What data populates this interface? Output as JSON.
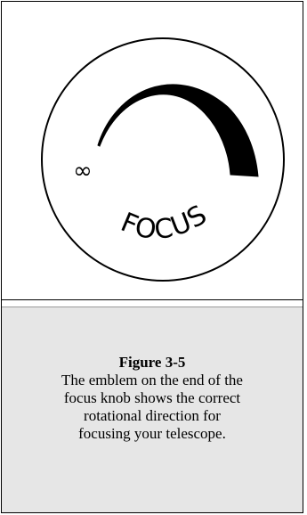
{
  "emblem": {
    "infinity_symbol": "∞",
    "focus_label": "FOCUS"
  },
  "caption": {
    "title": "Figure 3-5",
    "lines": [
      "The emblem on the end of the",
      "focus knob shows the correct",
      "rotational direction for",
      "focusing your telescope."
    ]
  }
}
